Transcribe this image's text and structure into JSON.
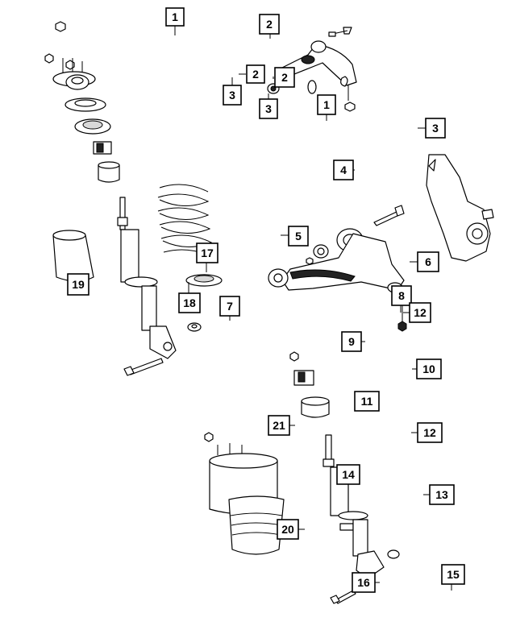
{
  "callouts": [
    {
      "id": "c1",
      "label": "1"
    },
    {
      "id": "c2a",
      "label": "2"
    },
    {
      "id": "c2b",
      "label": "2"
    },
    {
      "id": "c2c",
      "label": "2"
    },
    {
      "id": "c3a",
      "label": "3"
    },
    {
      "id": "c3b",
      "label": "3"
    },
    {
      "id": "c1b",
      "label": "1"
    },
    {
      "id": "c3c",
      "label": "3"
    },
    {
      "id": "c4",
      "label": "4"
    },
    {
      "id": "c5",
      "label": "5"
    },
    {
      "id": "c6",
      "label": "6"
    },
    {
      "id": "c7",
      "label": "7"
    },
    {
      "id": "c8",
      "label": "8"
    },
    {
      "id": "c9",
      "label": "9"
    },
    {
      "id": "c10",
      "label": "10"
    },
    {
      "id": "c11",
      "label": "11"
    },
    {
      "id": "c12a",
      "label": "12"
    },
    {
      "id": "c12b",
      "label": "12"
    },
    {
      "id": "c13",
      "label": "13"
    },
    {
      "id": "c14",
      "label": "14"
    },
    {
      "id": "c15",
      "label": "15"
    },
    {
      "id": "c16",
      "label": "16"
    },
    {
      "id": "c17",
      "label": "17"
    },
    {
      "id": "c18",
      "label": "18"
    },
    {
      "id": "c19",
      "label": "19"
    },
    {
      "id": "c20",
      "label": "20"
    },
    {
      "id": "c21",
      "label": "21"
    }
  ]
}
